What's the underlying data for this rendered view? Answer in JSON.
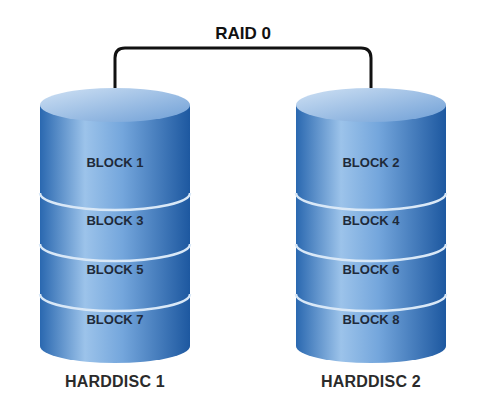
{
  "diagram": {
    "nodes": [
      {
        "text": [
          "HARDDISC 1"
        ]
      },
      {
        "text": [
          "BLOCK 1"
        ],
        "in": 0
      },
      {
        "text": [
          "BLOCK 3"
        ],
        "in": 0
      },
      {
        "text": [
          "BLOCK 5"
        ],
        "in": 0
      },
      {
        "text": [
          "BLOCK 7"
        ],
        "in": 0
      },
      {
        "text": [
          "HARDDISC 2"
        ]
      },
      {
        "text": [
          "BLOCK 2"
        ],
        "in": 5
      },
      {
        "text": [
          "BLOCK 4"
        ],
        "in": 5
      },
      {
        "text": [
          "BLOCK 6"
        ],
        "in": 5
      },
      {
        "text": [
          "BLOCK 8"
        ],
        "in": 5
      }
    ],
    "edges": [
      {
        "from": 0,
        "to": 5,
        "arrow": "none",
        "label": "RAID 0"
      }
    ]
  }
}
